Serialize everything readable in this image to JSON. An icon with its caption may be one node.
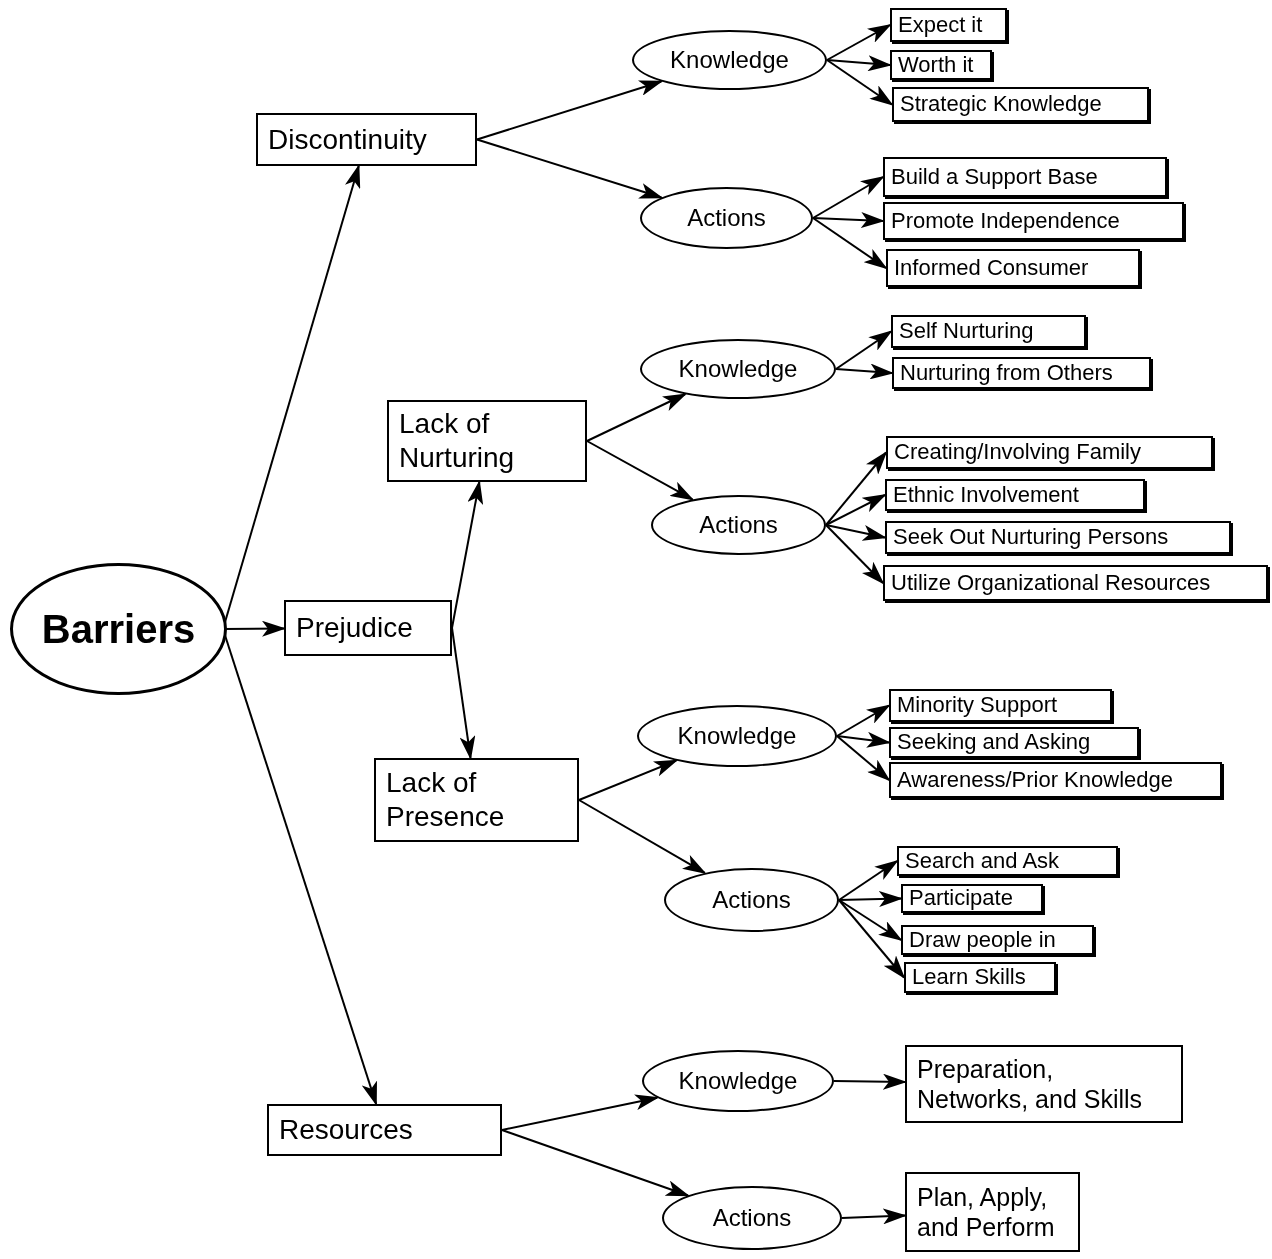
{
  "diagram": {
    "nodes": [
      {
        "text": [
          "Barriers"
        ]
      },
      {
        "text": [
          "Discontinuity"
        ]
      },
      {
        "text": [
          "Knowledge"
        ]
      },
      {
        "text": [
          "Expect it"
        ]
      },
      {
        "text": [
          "Worth it"
        ]
      },
      {
        "text": [
          "Strategic Knowledge"
        ]
      },
      {
        "text": [
          "Actions"
        ]
      },
      {
        "text": [
          "Build a Support Base"
        ]
      },
      {
        "text": [
          "Promote Independence"
        ]
      },
      {
        "text": [
          "Informed Consumer"
        ]
      },
      {
        "text": [
          "Lack of Nurturing"
        ]
      },
      {
        "text": [
          "Knowledge"
        ]
      },
      {
        "text": [
          "Self Nurturing"
        ]
      },
      {
        "text": [
          "Nurturing from Others"
        ]
      },
      {
        "text": [
          "Actions"
        ]
      },
      {
        "text": [
          "Creating/Involving Family"
        ]
      },
      {
        "text": [
          "Ethnic Involvement"
        ]
      },
      {
        "text": [
          "Seek Out Nurturing Persons"
        ]
      },
      {
        "text": [
          "Utilize Organizational Resources"
        ]
      },
      {
        "text": [
          "Prejudice"
        ]
      },
      {
        "text": [
          "Lack of Presence"
        ]
      },
      {
        "text": [
          "Knowledge"
        ]
      },
      {
        "text": [
          "Minority Support"
        ]
      },
      {
        "text": [
          "Seeking and Asking"
        ]
      },
      {
        "text": [
          "Awareness/Prior Knowledge"
        ]
      },
      {
        "text": [
          "Actions"
        ]
      },
      {
        "text": [
          "Search and Ask"
        ]
      },
      {
        "text": [
          "Participate"
        ]
      },
      {
        "text": [
          "Draw people in"
        ]
      },
      {
        "text": [
          "Learn Skills"
        ]
      },
      {
        "text": [
          "Resources"
        ]
      },
      {
        "text": [
          "Knowledge"
        ]
      },
      {
        "text": [
          "Preparation, Networks, and Skills"
        ]
      },
      {
        "text": [
          "Actions"
        ]
      },
      {
        "text": [
          "Plan, Apply, and Perform"
        ]
      }
    ],
    "edges": [
      {
        "from": 0,
        "to": 1,
        "arrow": "to"
      },
      {
        "from": 0,
        "to": 19,
        "arrow": "to"
      },
      {
        "from": 0,
        "to": 30,
        "arrow": "to"
      },
      {
        "from": 1,
        "to": 2,
        "arrow": "to"
      },
      {
        "from": 1,
        "to": 6,
        "arrow": "to"
      },
      {
        "from": 2,
        "to": 3,
        "arrow": "to"
      },
      {
        "from": 2,
        "to": 4,
        "arrow": "to"
      },
      {
        "from": 2,
        "to": 5,
        "arrow": "to"
      },
      {
        "from": 6,
        "to": 7,
        "arrow": "to"
      },
      {
        "from": 6,
        "to": 8,
        "arrow": "to"
      },
      {
        "from": 6,
        "to": 9,
        "arrow": "to"
      },
      {
        "from": 19,
        "to": 10,
        "arrow": "to"
      },
      {
        "from": 19,
        "to": 20,
        "arrow": "to"
      },
      {
        "from": 10,
        "to": 11,
        "arrow": "to"
      },
      {
        "from": 10,
        "to": 14,
        "arrow": "to"
      },
      {
        "from": 11,
        "to": 12,
        "arrow": "to"
      },
      {
        "from": 11,
        "to": 13,
        "arrow": "to"
      },
      {
        "from": 14,
        "to": 15,
        "arrow": "to"
      },
      {
        "from": 14,
        "to": 16,
        "arrow": "to"
      },
      {
        "from": 14,
        "to": 17,
        "arrow": "to"
      },
      {
        "from": 14,
        "to": 18,
        "arrow": "to"
      },
      {
        "from": 20,
        "to": 21,
        "arrow": "to"
      },
      {
        "from": 20,
        "to": 25,
        "arrow": "to"
      },
      {
        "from": 21,
        "to": 22,
        "arrow": "to"
      },
      {
        "from": 21,
        "to": 23,
        "arrow": "to"
      },
      {
        "from": 21,
        "to": 24,
        "arrow": "to"
      },
      {
        "from": 25,
        "to": 26,
        "arrow": "to"
      },
      {
        "from": 25,
        "to": 27,
        "arrow": "to"
      },
      {
        "from": 25,
        "to": 28,
        "arrow": "to"
      },
      {
        "from": 25,
        "to": 29,
        "arrow": "to"
      },
      {
        "from": 30,
        "to": 31,
        "arrow": "to"
      },
      {
        "from": 30,
        "to": 33,
        "arrow": "to"
      },
      {
        "from": 31,
        "to": 32,
        "arrow": "to"
      },
      {
        "from": 33,
        "to": 34,
        "arrow": "to"
      }
    ]
  }
}
